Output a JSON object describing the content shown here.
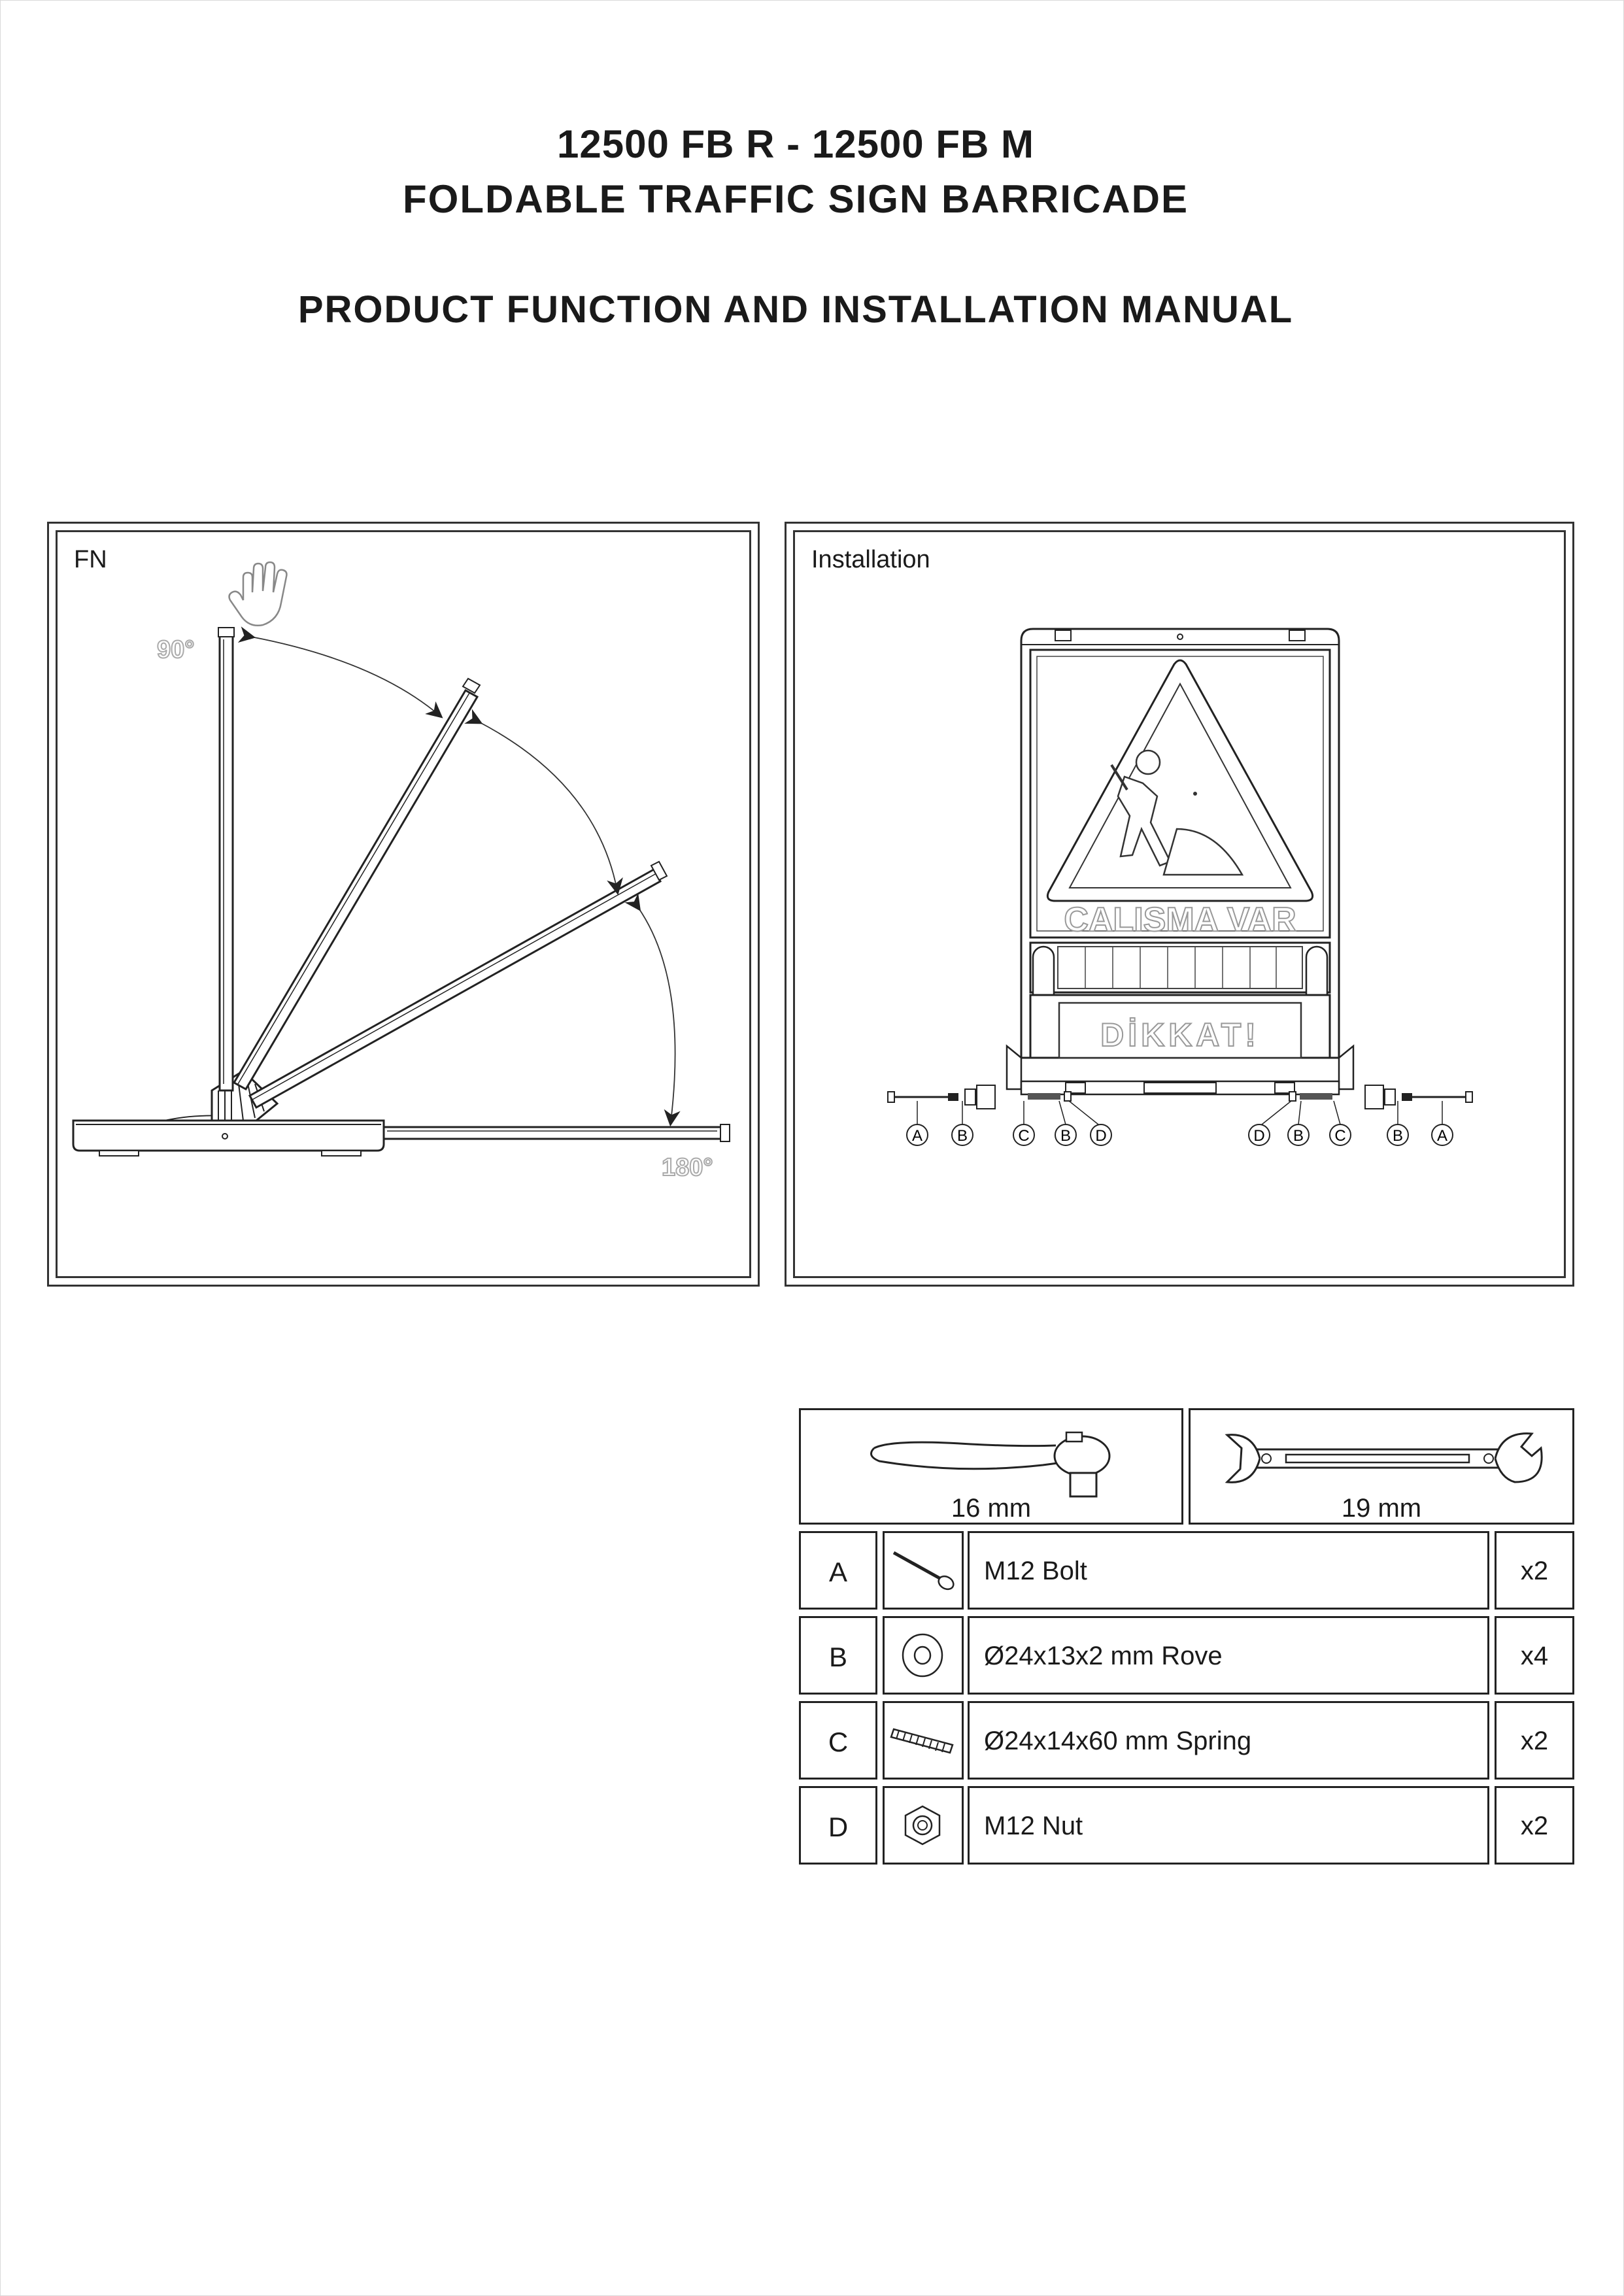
{
  "header": {
    "line1": "12500 FB R - 12500 FB M",
    "line2": "FOLDABLE TRAFFIC SIGN BARRICADE",
    "line3": "PRODUCT FUNCTION AND INSTALLATION MANUAL"
  },
  "fn_panel": {
    "label": "FN",
    "angle_start": "90°",
    "angle_end": "180°"
  },
  "installation_panel": {
    "label": "Installation",
    "sign_text": "CALISMA VAR",
    "panel_text": "DİKKAT!",
    "callouts_left": [
      "A",
      "B",
      "C",
      "B",
      "D"
    ],
    "callouts_right": [
      "D",
      "B",
      "C",
      "B",
      "A"
    ]
  },
  "tools": [
    {
      "icon": "ratchet-wrench-icon",
      "size": "16 mm"
    },
    {
      "icon": "open-end-wrench-icon",
      "size": "19 mm"
    }
  ],
  "parts": [
    {
      "letter": "A",
      "icon": "bolt-icon",
      "name": "M12 Bolt",
      "qty": "x2"
    },
    {
      "letter": "B",
      "icon": "washer-icon",
      "name": "Ø24x13x2 mm Rove",
      "qty": "x4"
    },
    {
      "letter": "C",
      "icon": "spring-icon",
      "name": "Ø24x14x60 mm Spring",
      "qty": "x2"
    },
    {
      "letter": "D",
      "icon": "nut-icon",
      "name": "M12 Nut",
      "qty": "x2"
    }
  ]
}
